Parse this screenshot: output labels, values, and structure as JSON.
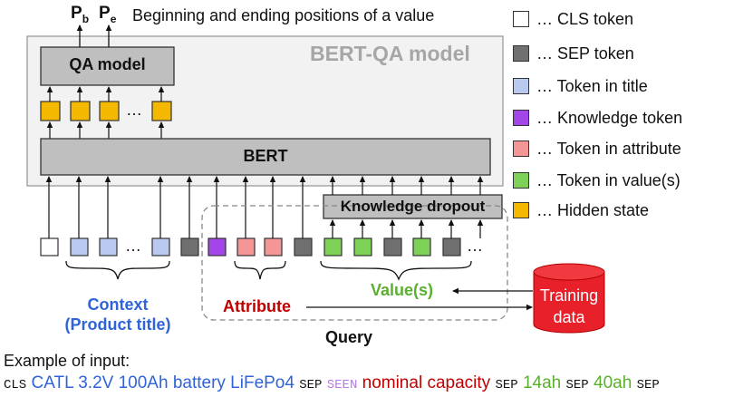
{
  "diagram": {
    "output_label_pb_main": "P",
    "output_label_pb_sub": "b",
    "output_label_pe_main": "P",
    "output_label_pe_sub": "e",
    "output_caption": "Beginning and ending positions of a value",
    "model_title": "BERT-QA model",
    "qa_model_label": "QA model",
    "hidden_ellipsis": "…",
    "bert_label": "BERT",
    "dropout_label": "Knowledge dropout",
    "token_ellipsis": "…",
    "context_label_line1": "Context",
    "context_label_line2": "(Product title)",
    "attribute_label": "Attribute",
    "values_label": "Value(s)",
    "query_label": "Query",
    "training_line1": "Training",
    "training_line2": "data"
  },
  "legend": [
    {
      "label": "… CLS token",
      "color": "#ffffff"
    },
    {
      "label": "… SEP token",
      "color": "#707070"
    },
    {
      "label": "… Token in title",
      "color": "#b8c8ee"
    },
    {
      "label": "… Knowledge token",
      "color": "#a246e8"
    },
    {
      "label": "… Token in attribute",
      "color": "#f49696"
    },
    {
      "label": "… Token in value(s)",
      "color": "#7ed157"
    },
    {
      "label": "… Hidden state",
      "color": "#f5b800"
    }
  ],
  "example": {
    "heading": "Example of input:",
    "cls": "CLS",
    "title": "CATL 3.2V 100Ah battery LiFePo4",
    "sep1": "SEP",
    "seen": "SEEN",
    "attribute": "nominal capacity",
    "sep2": "SEP",
    "value1": "14ah",
    "sep3": "SEP",
    "value2": "40ah",
    "sep4": "SEP"
  },
  "colors": {
    "context_blue": "#2f64d8",
    "attribute_red": "#c00000",
    "values_green": "#5ab02e",
    "knowledge_purple": "#a246e8",
    "training_red": "#e8202a",
    "model_box_fill": "#f2f2f2",
    "gray_box_fill": "#bfbfbf"
  }
}
